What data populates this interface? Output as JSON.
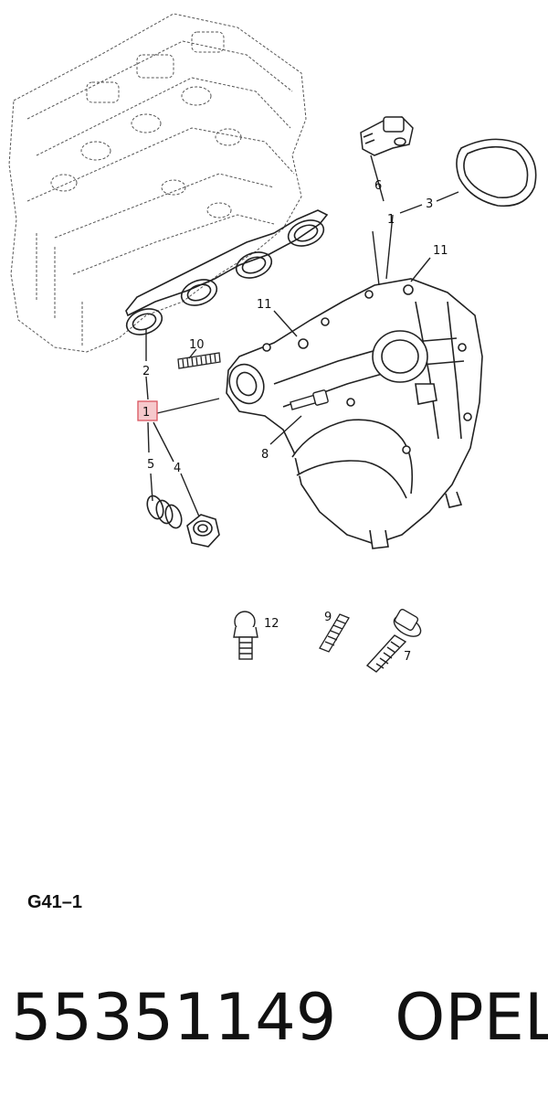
{
  "diagram": {
    "callouts": [
      "1",
      "2",
      "3",
      "4",
      "5",
      "6",
      "7",
      "8",
      "9",
      "10",
      "11",
      "11",
      "12",
      "1"
    ]
  },
  "caption": "G41–1",
  "part": {
    "number": "55351149",
    "brand": "OPEL"
  },
  "colors": {
    "line": "#222222",
    "dashed": "#555555",
    "highlight_fill": "#f6c9cc",
    "highlight_stroke": "#d9545f"
  }
}
